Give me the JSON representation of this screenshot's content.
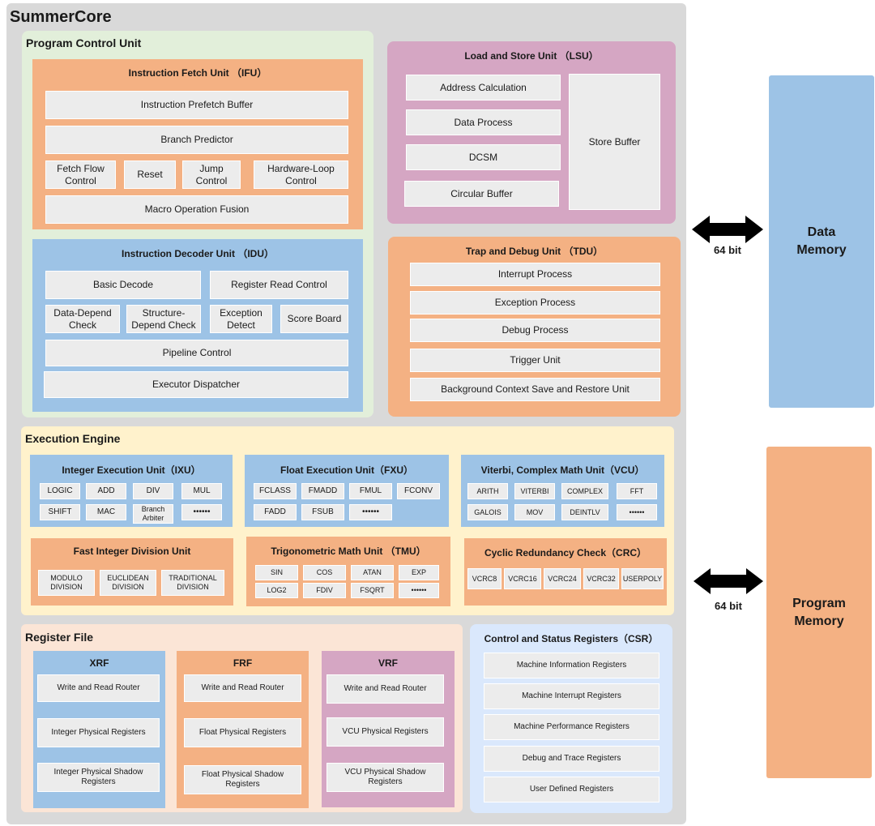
{
  "core": {
    "title": "SummerCore"
  },
  "pcu": {
    "title": "Program Control Unit",
    "ifu": {
      "title": "Instruction Fetch Unit （IFU）",
      "prefetch": "Instruction Prefetch Buffer",
      "branch": "Branch Predictor",
      "fetch_flow": "Fetch Flow\nControl",
      "reset": "Reset",
      "jump": "Jump\nControl",
      "hwloop": "Hardware-Loop\nControl",
      "macro": "Macro Operation Fusion"
    },
    "idu": {
      "title": "Instruction Decoder Unit （IDU）",
      "basic": "Basic Decode",
      "regread": "Register Read Control",
      "datadep": "Data-Depend\nCheck",
      "structdep": "Structure-\nDepend Check",
      "exception": "Exception\nDetect",
      "score": "Score Board",
      "pipeline": "Pipeline Control",
      "dispatcher": "Executor Dispatcher"
    }
  },
  "lsu": {
    "title": "Load and Store Unit （LSU）",
    "addr": "Address Calculation",
    "data": "Data Process",
    "dcsm": "DCSM",
    "circular": "Circular Buffer",
    "store": "Store Buffer"
  },
  "tdu": {
    "title": "Trap and Debug Unit （TDU）",
    "items": [
      "Interrupt Process",
      "Exception Process",
      "Debug Process",
      "Trigger Unit",
      "Background Context Save and Restore Unit"
    ]
  },
  "exec": {
    "title": "Execution Engine",
    "ixu": {
      "title": "Integer Execution Unit（IXU）",
      "items": [
        "LOGIC",
        "ADD",
        "DIV",
        "MUL",
        "SHIFT",
        "MAC",
        "Branch\nArbiter",
        "••••••"
      ]
    },
    "fxu": {
      "title": "Float Execution Unit（FXU）",
      "items": [
        "FCLASS",
        "FMADD",
        "FMUL",
        "FCONV",
        "FADD",
        "FSUB",
        "••••••"
      ]
    },
    "vcu": {
      "title": "Viterbi, Complex Math Unit（VCU）",
      "items": [
        "ARITH",
        "VITERBI",
        "COMPLEX",
        "FFT",
        "GALOIS",
        "MOV",
        "DEINTLV",
        "••••••"
      ]
    },
    "fidu": {
      "title": "Fast Integer Division Unit",
      "items": [
        "MODULO\nDIVISION",
        "EUCLIDEAN\nDIVISION",
        "TRADITIONAL\nDIVISION"
      ]
    },
    "tmu": {
      "title": "Trigonometric Math Unit （TMU）",
      "items": [
        "SIN",
        "COS",
        "ATAN",
        "EXP",
        "LOG2",
        "FDIV",
        "FSQRT",
        "••••••"
      ]
    },
    "crc": {
      "title": "Cyclic Redundancy Check（CRC）",
      "items": [
        "VCRC8",
        "VCRC16",
        "VCRC24",
        "VCRC32",
        "USERPOLY"
      ]
    }
  },
  "rf": {
    "title": "Register File",
    "xrf": {
      "title": "XRF",
      "items": [
        "Write and Read Router",
        "Integer Physical Registers",
        "Integer Physical Shadow\nRegisters"
      ]
    },
    "frf": {
      "title": "FRF",
      "items": [
        "Write and Read Router",
        "Float Physical Registers",
        "Float Physical Shadow\nRegisters"
      ]
    },
    "vrf": {
      "title": "VRF",
      "items": [
        "Write and Read Router",
        "VCU Physical Registers",
        "VCU Physical Shadow\nRegisters"
      ]
    }
  },
  "csr": {
    "title": "Control and Status Registers（CSR）",
    "items": [
      "Machine Information Registers",
      "Machine Interrupt Registers",
      "Machine Performance Registers",
      "Debug and Trace Registers",
      "User Defined Registers"
    ]
  },
  "memory": {
    "data": {
      "label": "Data\nMemory",
      "arrow": "64 bit",
      "color": "#9dc3e6"
    },
    "program": {
      "label": "Program\nMemory",
      "arrow": "64 bit",
      "color": "#f4b183"
    }
  },
  "colors": {
    "orange": "#f4b183",
    "blue": "#9dc3e6",
    "purple": "#d5a6c3",
    "green": "#e2efda",
    "yellow": "#fff2cc",
    "peach": "#fbe5d6",
    "gray": "#d9d9d9"
  }
}
